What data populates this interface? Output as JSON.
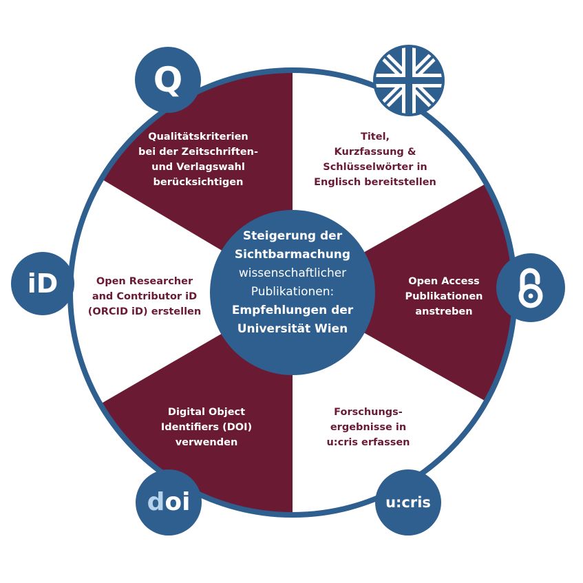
{
  "colors": {
    "blue": "#2e5f8f",
    "maroon": "#6b1a34",
    "white": "#ffffff",
    "doi_light": "#b5d3ea"
  },
  "center": {
    "line1": "Steigerung der\nSichtbarmachung",
    "line2": "wissenschaftlicher\nPublikationen:",
    "line3": "Empfehlungen der\nUniversität Wien"
  },
  "segments": [
    {
      "id": "quality",
      "text": "Qualitätskriterien\nbei der Zeitschriften-\nund Verlagswahl\nberücksichtigen",
      "icon": "q-icon"
    },
    {
      "id": "english",
      "text": "Titel,\nKurzfassung &\nSchlüsselwörter in\nEnglisch bereitstellen",
      "icon": "uk-flag-icon"
    },
    {
      "id": "openaccess",
      "text": "Open Access\nPublikationen\nanstreben",
      "icon": "open-access-icon"
    },
    {
      "id": "ucris",
      "text": "Forschungs-\nergebnisse in\nu:cris erfassen",
      "icon": "ucris-icon"
    },
    {
      "id": "doi",
      "text": "Digital Object\nIdentifiers (DOI)\nverwenden",
      "icon": "doi-icon"
    },
    {
      "id": "orcid",
      "text": "Open Researcher\nand Contributor iD\n(ORCID iD) erstellen",
      "icon": "orcid-icon"
    }
  ],
  "badges": {
    "q": "Q",
    "id": "iD",
    "doi_d": "d",
    "doi_oi": "oi",
    "ucris": "u:cris"
  }
}
